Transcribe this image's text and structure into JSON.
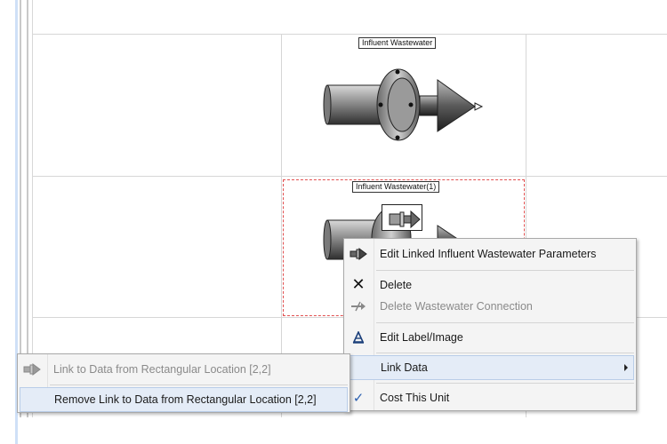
{
  "units": {
    "top_label": "Influent Wastewater",
    "selected_label": "Influent Wastewater(1)"
  },
  "context_menu": {
    "items": [
      {
        "label": "Edit Linked Influent Wastewater Parameters",
        "icon": "link-arrow-icon",
        "enabled": true
      },
      {
        "label": "Delete",
        "icon": "close-icon",
        "enabled": true
      },
      {
        "label": "Delete Wastewater Connection",
        "icon": "connection-delete-icon",
        "enabled": false
      },
      {
        "label": "Edit Label/Image",
        "icon": "edit-label-icon",
        "enabled": true
      },
      {
        "label": "Link Data",
        "icon": "",
        "enabled": true,
        "has_submenu": true,
        "highlighted": true
      },
      {
        "label": "Cost This Unit",
        "icon": "checkmark-icon",
        "enabled": true,
        "checked": true
      }
    ]
  },
  "submenu": {
    "items": [
      {
        "label": "Link to Data from Rectangular Location [2,2]",
        "icon": "link-arrow-icon",
        "enabled": false
      },
      {
        "label": "Remove Link to Data from Rectangular Location [2,2]",
        "icon": "",
        "enabled": true,
        "highlighted": true
      }
    ]
  },
  "colors": {
    "selection": "#e25050",
    "menu_bg": "#f4f4f4",
    "highlight": "#e4ecf7",
    "check": "#2a5fb0"
  }
}
